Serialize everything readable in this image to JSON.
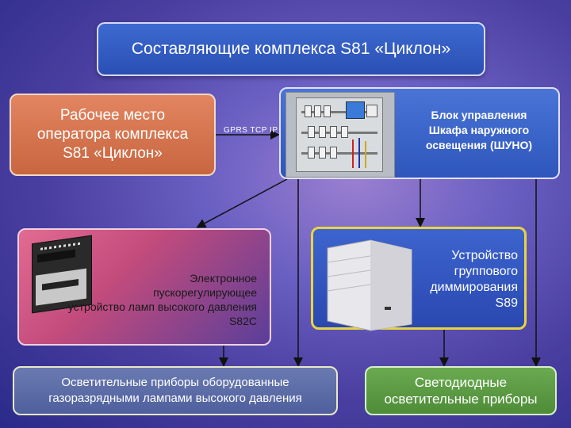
{
  "title": "Составляющие  комплекса  S81 «Циклон»",
  "operator": {
    "line1": "Рабочее место",
    "line2": "оператора комплекса",
    "line3": "S81 «Циклон»"
  },
  "link_label": "GPRS TCP IP",
  "shuno": {
    "line1": "Блок  управления",
    "line2": "Шкафа  наружного",
    "line3": "освещения  (ШУНО)"
  },
  "ballast": {
    "line1": "Электронное",
    "line2": "пускорегулирующее",
    "line3": "устройство ламп высокого давления",
    "line4": "S82C"
  },
  "dimming": {
    "line1": "Устройство",
    "line2": "группового",
    "line3": "диммирования",
    "line4": "S89"
  },
  "lamps": {
    "line1": "Осветительные приборы оборудованные",
    "line2": "газоразрядными лампами высокого давления"
  },
  "led": {
    "line1": "Светодиодные",
    "line2": "осветительные приборы"
  },
  "icons": [
    "cabinet-photo-icon",
    "ballast-device-icon",
    "dimming-device-icon"
  ],
  "colors": {
    "title_box": "#2f56bf",
    "operator_box": "#d6704c",
    "ballast_box": "#d4587f",
    "dimming_border": "#e8d440",
    "led_box": "#5a9c44",
    "lamps_box": "#5c6ba8"
  }
}
